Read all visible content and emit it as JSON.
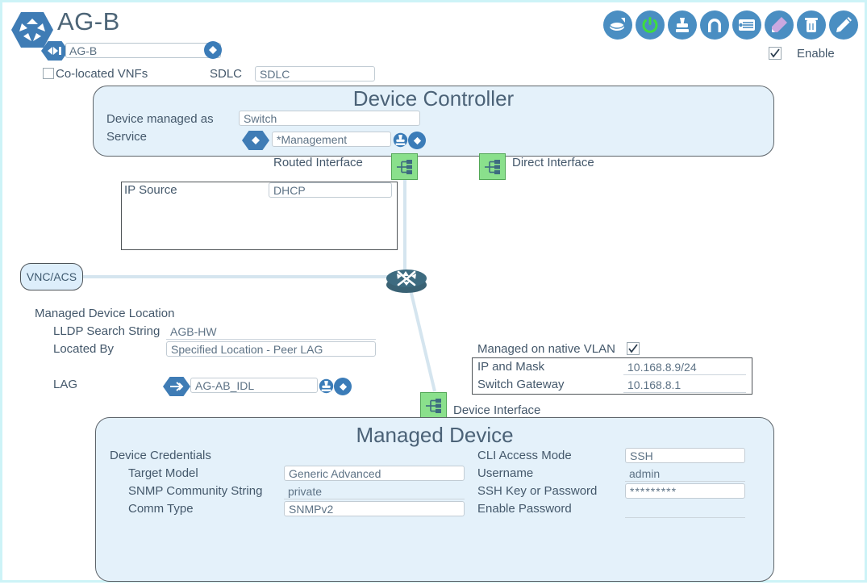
{
  "header": {
    "title": "AG-B",
    "logo_icon": "hexagon-logo-icon",
    "name_value": "AG-B",
    "name_badge_icon": "hexagon-link-icon",
    "name_clear_icon": "circle-diamond-icon",
    "colocated_label": "Co-located VNFs",
    "colocated_checked": false,
    "sdlc_label": "SDLC",
    "sdlc_value": "SDLC",
    "enable_label": "Enable",
    "enable_checked": true
  },
  "toolbar": {
    "items": [
      {
        "name": "stack-disk-icon",
        "title": "stack-disk"
      },
      {
        "name": "power-icon",
        "title": "power"
      },
      {
        "name": "stamp-icon",
        "title": "stamp"
      },
      {
        "name": "arch-icon",
        "title": "arch"
      },
      {
        "name": "list-icon",
        "title": "list"
      },
      {
        "name": "eraser-icon",
        "title": "eraser"
      },
      {
        "name": "trash-icon",
        "title": "trash"
      },
      {
        "name": "pencil-icon",
        "title": "pencil"
      }
    ]
  },
  "device_controller": {
    "title": "Device Controller",
    "managed_as_label": "Device managed as",
    "managed_as_value": "Switch",
    "service_label": "Service",
    "service_value": "*Management",
    "service_badge_icon": "hexagon-diamond-icon",
    "service_user_icon": "stamp-icon",
    "service_clear_icon": "circle-diamond-icon"
  },
  "interfaces": {
    "routed_label": "Routed Interface",
    "routed_icon": "network-tree-icon",
    "direct_label": "Direct Interface",
    "direct_icon": "network-tree-icon",
    "device_label": "Device Interface",
    "device_icon": "network-tree-icon"
  },
  "ip_source": {
    "label": "IP Source",
    "value": "DHCP"
  },
  "topology": {
    "vnc_acs_label": "VNC/ACS",
    "router_icon": "router-icon"
  },
  "location": {
    "section_label": "Managed Device Location",
    "lldp_label": "LLDP Search String",
    "lldp_value": "AGB-HW",
    "located_by_label": "Located By",
    "located_by_value": "Specified Location - Peer LAG",
    "lag_label": "LAG",
    "lag_value": "AG-AB_IDL",
    "lag_badge_icon": "hexagon-arrow-icon",
    "lag_user_icon": "stamp-icon",
    "lag_clear_icon": "circle-diamond-icon"
  },
  "native_vlan": {
    "label": "Managed on native VLAN",
    "checked": true,
    "rows": [
      {
        "label": "IP and Mask",
        "value": "10.168.8.9/24"
      },
      {
        "label": "Switch Gateway",
        "value": "10.168.8.1"
      }
    ]
  },
  "managed_device": {
    "title": "Managed Device",
    "credentials_label": "Device Credentials",
    "left_rows": [
      {
        "label": "Target Model",
        "value": "Generic Advanced",
        "style": "box"
      },
      {
        "label": "SNMP Community String",
        "value": "private",
        "style": "flat"
      },
      {
        "label": "Comm Type",
        "value": "SNMPv2",
        "style": "box"
      }
    ],
    "right_rows": [
      {
        "label": "CLI Access Mode",
        "value": "SSH",
        "style": "box"
      },
      {
        "label": "Username",
        "value": "admin",
        "style": "flat"
      },
      {
        "label": "SSH Key or Password",
        "value": "*********",
        "style": "box"
      },
      {
        "label": "Enable Password",
        "value": "",
        "style": "flat"
      }
    ]
  },
  "colors": {
    "panel_bg": "#e4f1fa",
    "accent_blue": "#4a8ec2",
    "interface_green": "#8ae08c",
    "border_cyan": "#cdf3f7",
    "text": "#44586b"
  }
}
